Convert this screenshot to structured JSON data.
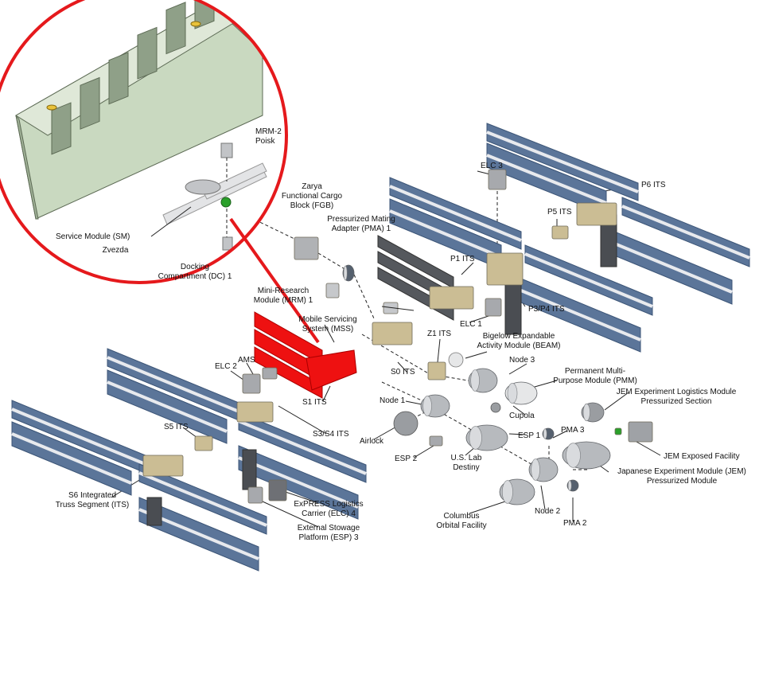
{
  "colors": {
    "solar_panel": "#5b7599",
    "solar_panel_edge": "#3c5577",
    "solar_panel_stripe": "#e8eaee",
    "highlight_red": "#ee1111",
    "inset_circle": "#e5191c",
    "module_grey": "#b7babe",
    "truss_tan": "#cbbd94",
    "inset_green": "#c9d9c0",
    "connector_line": "#222222"
  },
  "inset": {
    "label_sm": "Service Module (SM)",
    "label_zvezda": "Zvezda",
    "label_mrm": "MRM-2\nPoisk",
    "label_dc": "Docking\nCompartment (DC) 1"
  },
  "labels": {
    "zarya": "Zarya\nFunctional Cargo\nBlock (FGB)",
    "pma1": "Pressurized Mating\nAdapter (PMA) 1",
    "elc3": "ELC 3",
    "p6": "P6 ITS",
    "p5": "P5 ITS",
    "p1": "P1 ITS",
    "p3p4": "P3/P4 ITS",
    "elc1": "ELC 1",
    "mrm1": "Mini-Research\nModule (MRM) 1",
    "mss": "Mobile Servicing\nSystem (MSS)",
    "z1": "Z1 ITS",
    "beam": "Bigelow Expandable\nActivity Module (BEAM)",
    "node3": "Node 3",
    "pmm": "Permanent Multi-\nPurpose Module (PMM)",
    "ams": "AMS",
    "elc2": "ELC 2",
    "s0": "S0 ITS",
    "s1": "S1 ITS",
    "node1": "Node 1",
    "cupola": "Cupola",
    "jem_els": "JEM Experiment Logistics Module\nPressurized Section",
    "s5": "S5 ITS",
    "s3s4": "S3/S4 ITS",
    "airlock": "Airlock",
    "esp1": "ESP 1",
    "pma3": "PMA 3",
    "jem_ef": "JEM Exposed Facility",
    "esp2": "ESP 2",
    "us_lab": "U.S. Lab\nDestiny",
    "jem_pm": "Japanese Experiment Module (JEM)\nPressurized Module",
    "s6": "S6 Integrated\nTruss Segment (ITS)",
    "elc4": "ExPRESS Logistics\nCarrier (ELC) 4",
    "esp3": "External Stowage\nPlatform (ESP) 3",
    "columbus": "Columbus\nOrbital Facility",
    "node2": "Node 2",
    "pma2": "PMA 2"
  }
}
